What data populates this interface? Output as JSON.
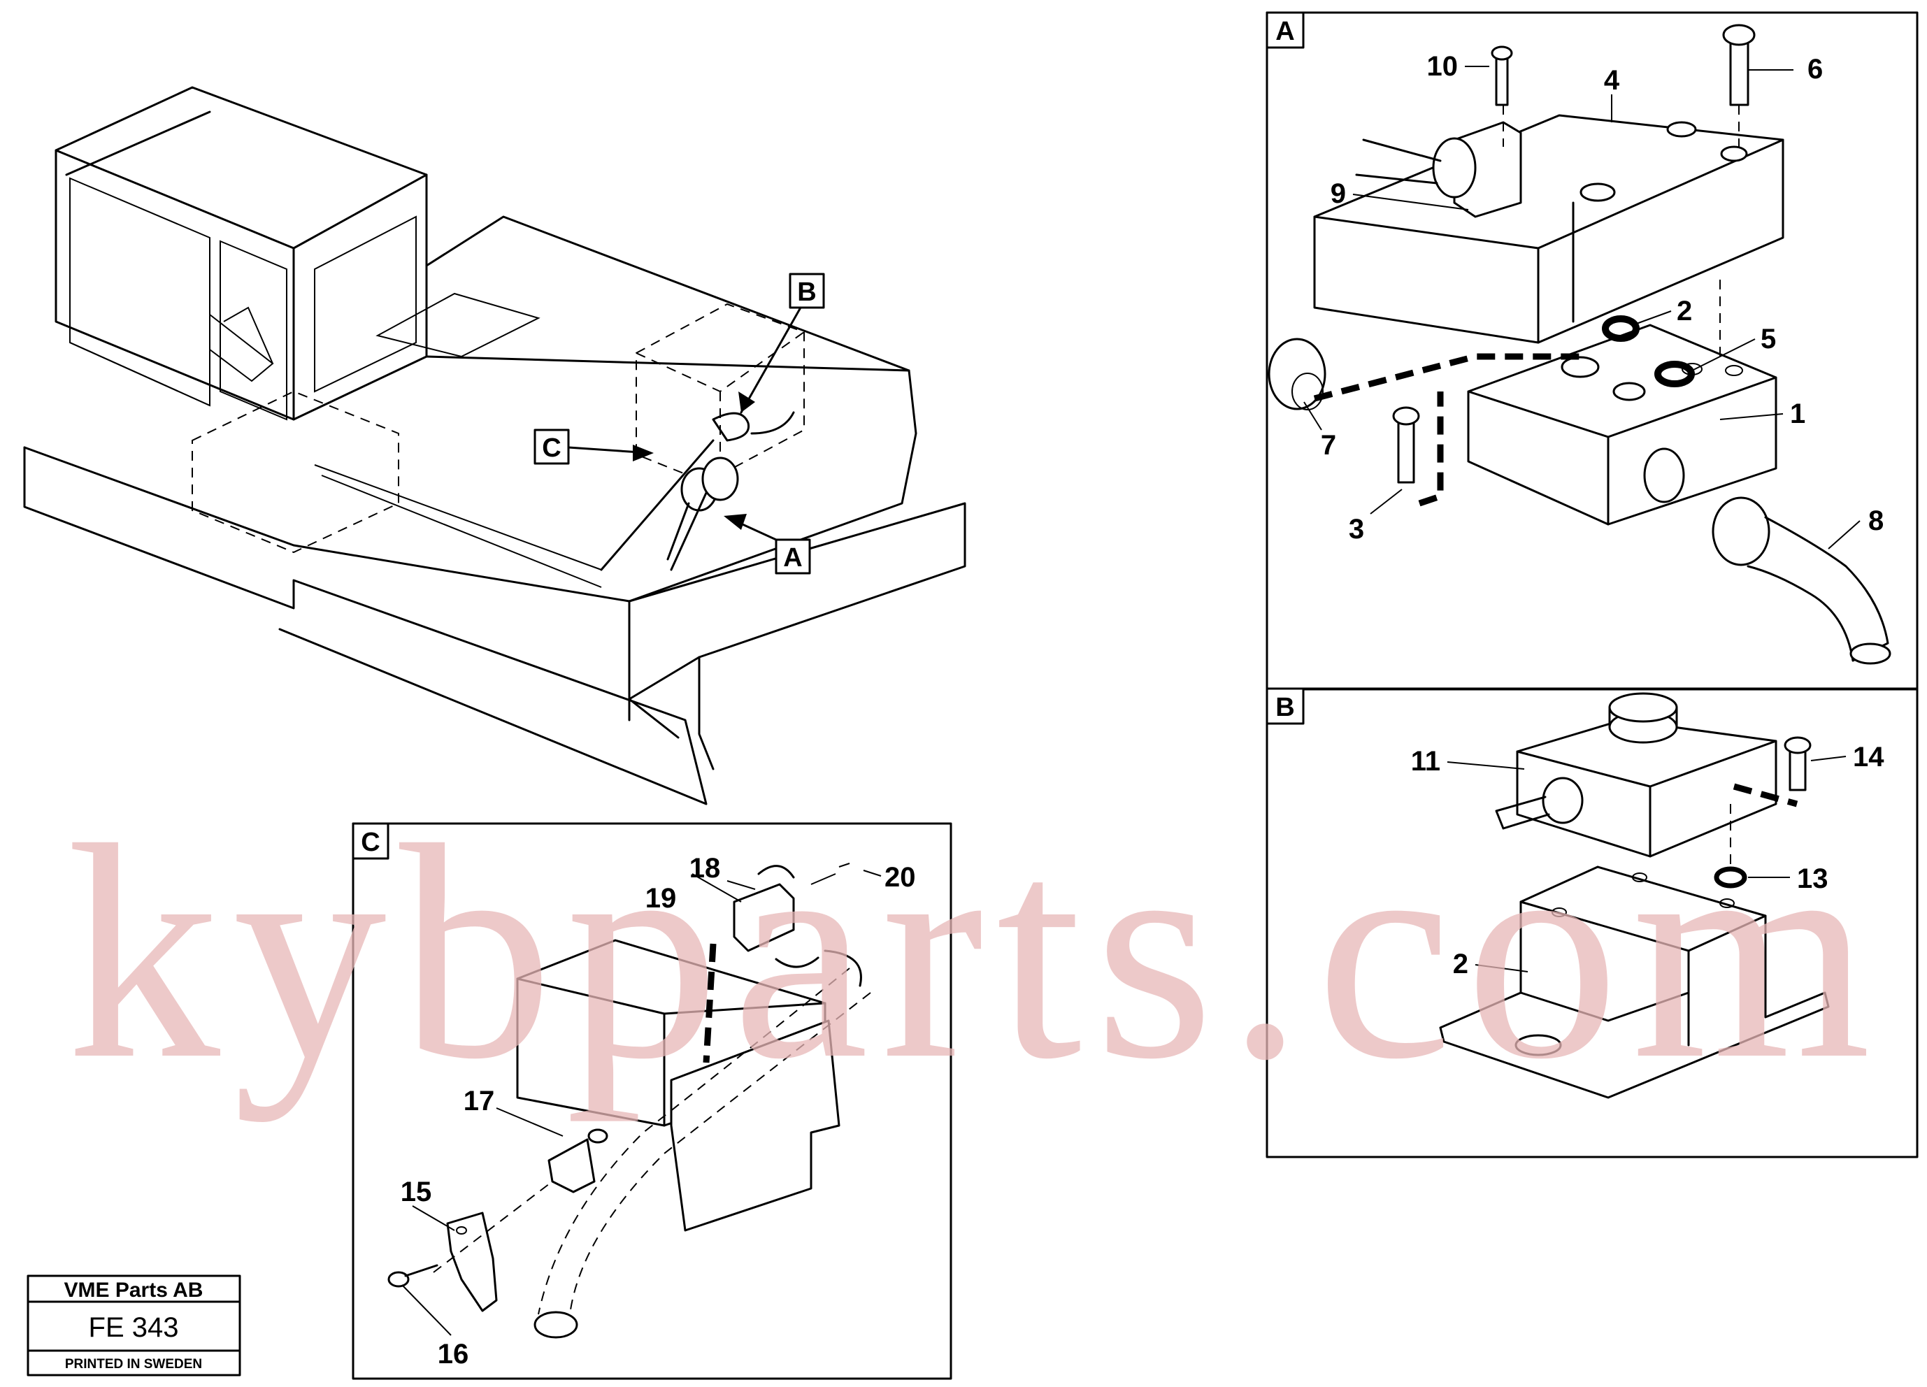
{
  "title_block": {
    "company": "VME Parts AB",
    "figure_code": "FE 343",
    "printed": "PRINTED IN SWEDEN"
  },
  "watermark": "kybparts.com",
  "detail_tags": {
    "a": "A",
    "b": "B",
    "c": "C"
  },
  "overview_callouts": {
    "a": "A",
    "b": "B",
    "c": "C"
  },
  "detail_a_labels": {
    "p1": "1",
    "p2": "2",
    "p3": "3",
    "p4": "4",
    "p5": "5",
    "p6": "6",
    "p7": "7",
    "p8": "8",
    "p9": "9",
    "p10": "10"
  },
  "detail_b_labels": {
    "p11": "11",
    "p12": "2",
    "p13": "13",
    "p14": "14"
  },
  "detail_c_labels": {
    "p15": "15",
    "p16": "16",
    "p17": "17",
    "p18": "18",
    "p19": "19",
    "p20": "20"
  }
}
